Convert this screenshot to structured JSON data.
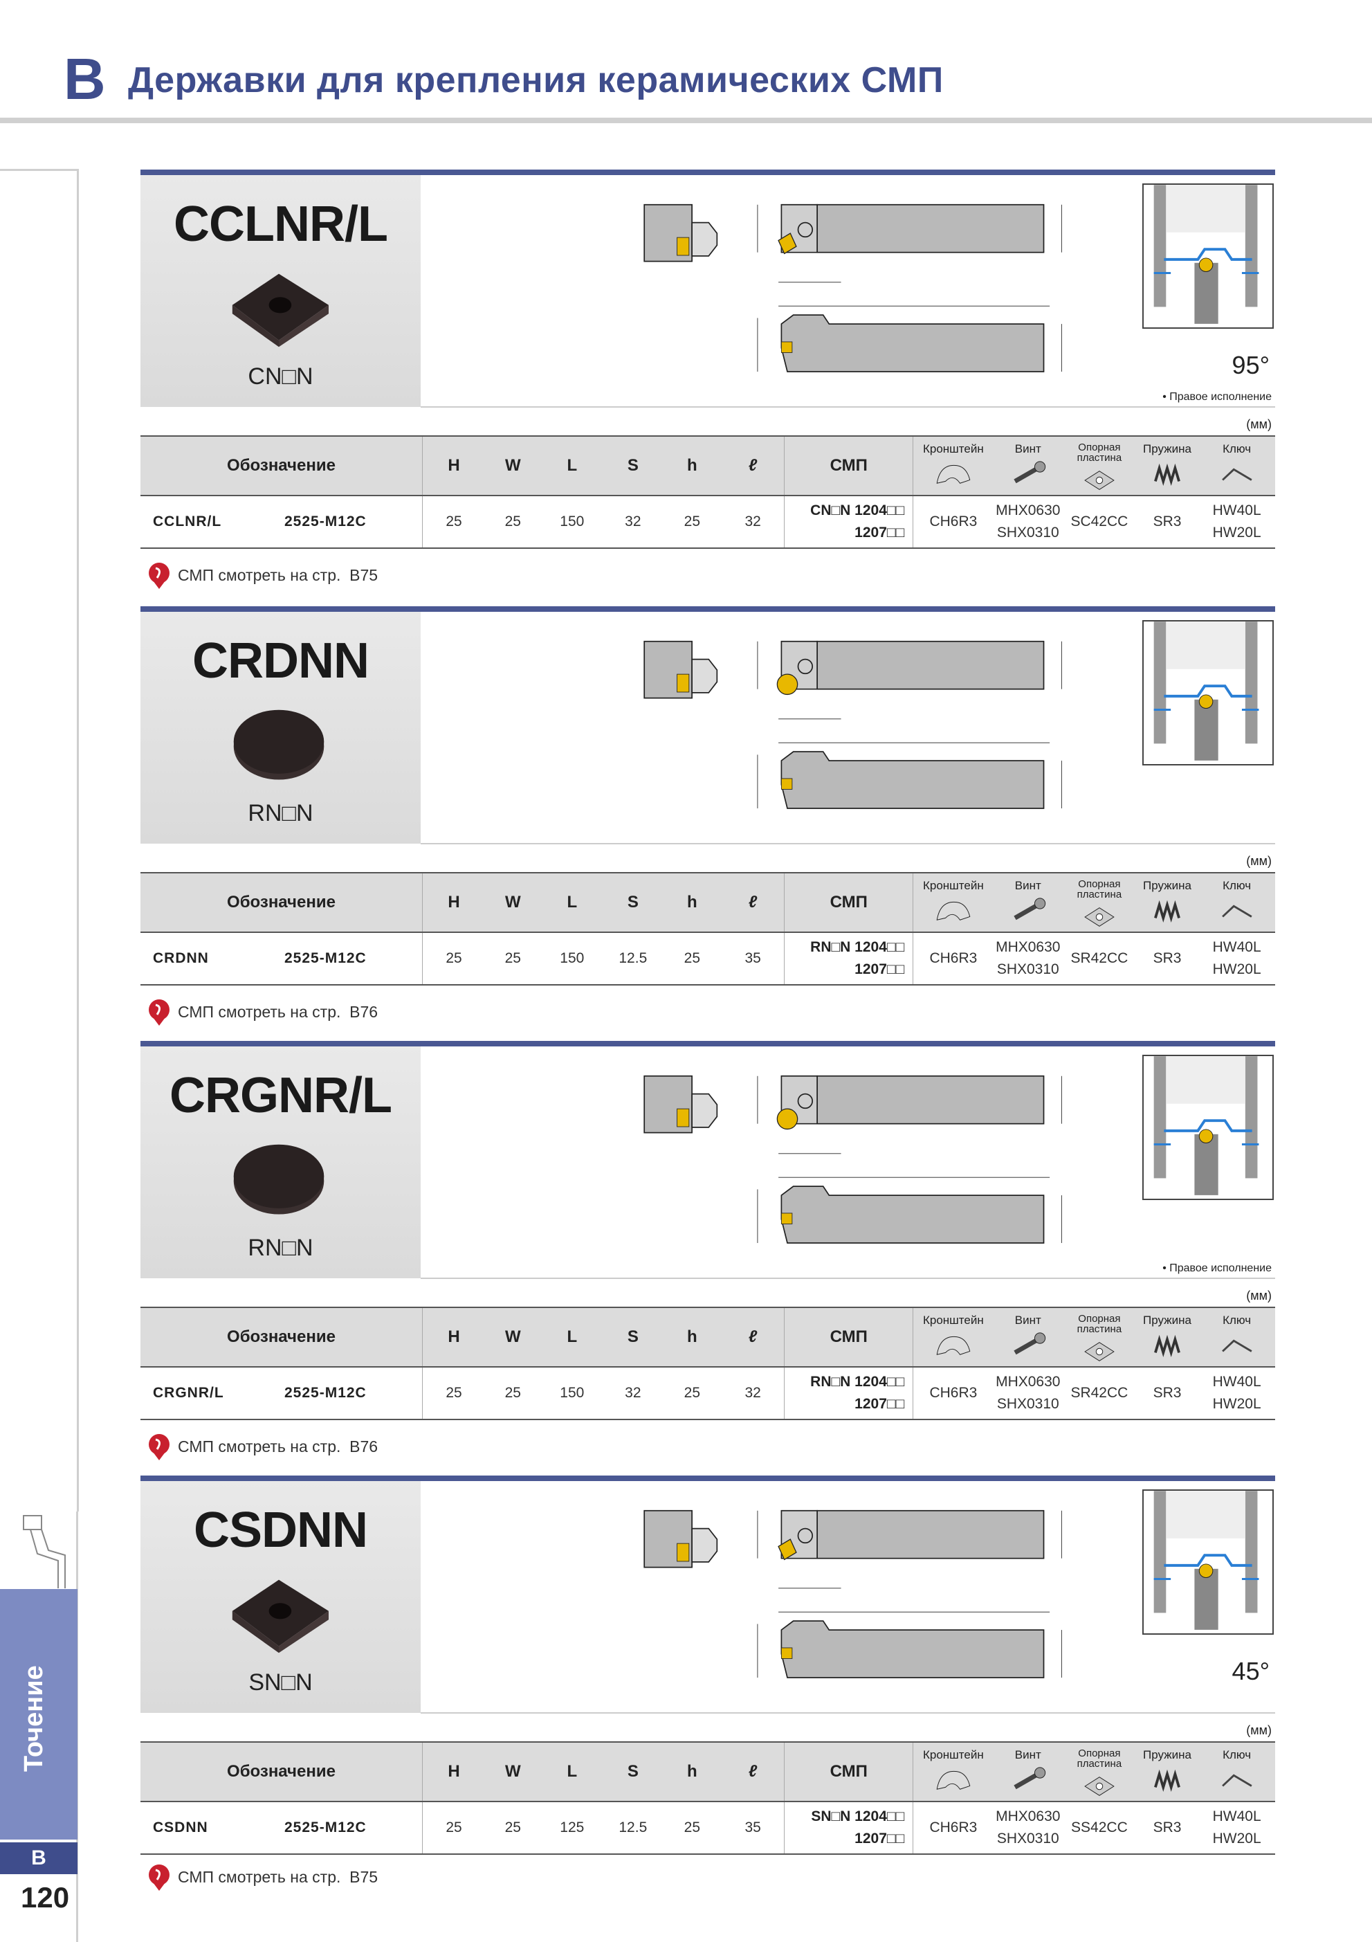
{
  "header": {
    "letter": "B",
    "title": "Державки для крепления керамических СМП"
  },
  "side": {
    "tab": "Точение",
    "letter": "B",
    "page": "120"
  },
  "labels": {
    "designation": "Обозначение",
    "H": "H",
    "W": "W",
    "L": "L",
    "S": "S",
    "h": "h",
    "l": "ℓ",
    "insert": "СМП",
    "bracket": "Кронштейн",
    "screw": "Винт",
    "plate": "Опорная пластина",
    "spring": "Пружина",
    "key": "Ключ",
    "mm": "(мм)",
    "see": "СМП смотреть на стр."
  },
  "sections": [
    {
      "name": "CCLNR/L",
      "code": "CN□N",
      "shape": "square",
      "angle": "95°",
      "note": "• Правое исполнение",
      "row": {
        "des1": "CCLNR/L",
        "des2": "2525-M12C",
        "H": "25",
        "W": "25",
        "L": "150",
        "S": "32",
        "h": "25",
        "l": "32",
        "smp1": "CN□N 1204□□",
        "smp2": "1207□□",
        "bracket": "CH6R3",
        "screw1": "MHX0630",
        "screw2": "SHX0310",
        "plate": "SC42CC",
        "spring": "SR3",
        "key1": "HW40L",
        "key2": "HW20L"
      },
      "page": "B75"
    },
    {
      "name": "CRDNN",
      "code": "RN□N",
      "shape": "round",
      "angle": "",
      "note": "",
      "row": {
        "des1": "CRDNN",
        "des2": "2525-M12C",
        "H": "25",
        "W": "25",
        "L": "150",
        "S": "12.5",
        "h": "25",
        "l": "35",
        "smp1": "RN□N 1204□□",
        "smp2": "1207□□",
        "bracket": "CH6R3",
        "screw1": "MHX0630",
        "screw2": "SHX0310",
        "plate": "SR42CC",
        "spring": "SR3",
        "key1": "HW40L",
        "key2": "HW20L"
      },
      "page": "B76"
    },
    {
      "name": "CRGNR/L",
      "code": "RN□N",
      "shape": "round",
      "angle": "",
      "note": "• Правое исполнение",
      "row": {
        "des1": "CRGNR/L",
        "des2": "2525-M12C",
        "H": "25",
        "W": "25",
        "L": "150",
        "S": "32",
        "h": "25",
        "l": "32",
        "smp1": "RN□N 1204□□",
        "smp2": "1207□□",
        "bracket": "CH6R3",
        "screw1": "MHX0630",
        "screw2": "SHX0310",
        "plate": "SR42CC",
        "spring": "SR3",
        "key1": "HW40L",
        "key2": "HW20L"
      },
      "page": "B76"
    },
    {
      "name": "CSDNN",
      "code": "SN□N",
      "shape": "square",
      "angle": "45°",
      "note": "",
      "row": {
        "des1": "CSDNN",
        "des2": "2525-M12C",
        "H": "25",
        "W": "25",
        "L": "125",
        "S": "12.5",
        "h": "25",
        "l": "35",
        "smp1": "SN□N 1204□□",
        "smp2": "1207□□",
        "bracket": "CH6R3",
        "screw1": "MHX0630",
        "screw2": "SHX0310",
        "plate": "SS42CC",
        "spring": "SR3",
        "key1": "HW40L",
        "key2": "HW20L"
      },
      "page": "B75"
    }
  ]
}
